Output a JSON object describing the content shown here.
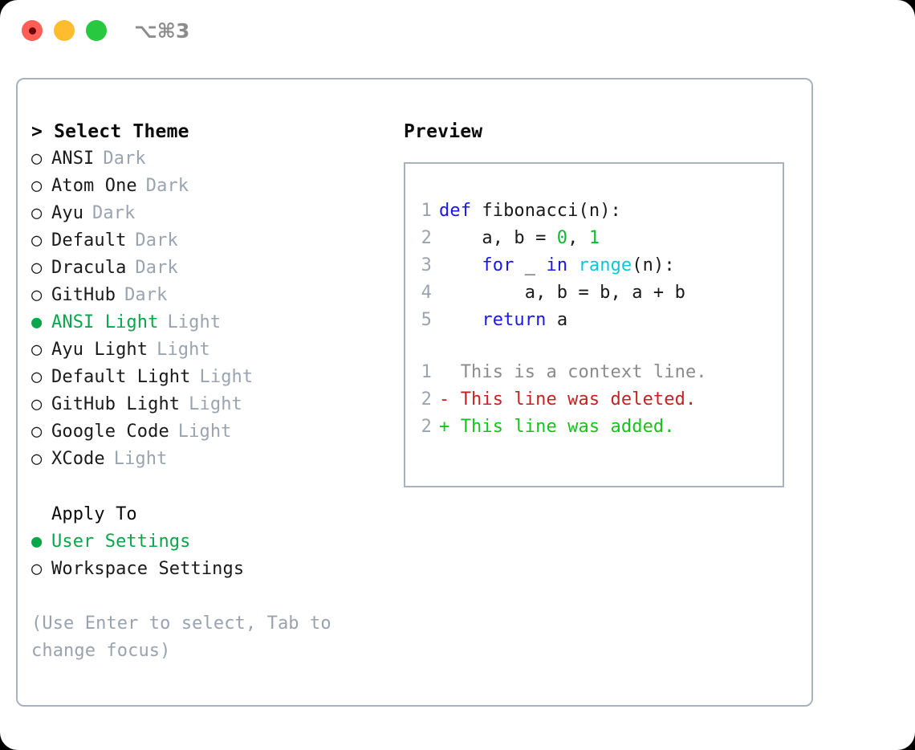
{
  "window": {
    "shortcut": "⌥⌘3",
    "traffic_lights": [
      {
        "name": "close",
        "color": "#ff5f57"
      },
      {
        "name": "minimize",
        "color": "#febc2e"
      },
      {
        "name": "maximize",
        "color": "#28c840"
      }
    ]
  },
  "theme_picker": {
    "heading": "> Select Theme",
    "selected_marker": "●",
    "unselected_marker": "○",
    "accent_color": "#0aa64a",
    "muted_color": "#9aa4b0",
    "items": [
      {
        "marker": "○",
        "name": "ANSI",
        "kind": "Dark",
        "selected": false
      },
      {
        "marker": "○",
        "name": "Atom One",
        "kind": "Dark",
        "selected": false
      },
      {
        "marker": "○",
        "name": "Ayu",
        "kind": "Dark",
        "selected": false
      },
      {
        "marker": "○",
        "name": "Default",
        "kind": "Dark",
        "selected": false
      },
      {
        "marker": "○",
        "name": "Dracula",
        "kind": "Dark",
        "selected": false
      },
      {
        "marker": "○",
        "name": "GitHub",
        "kind": "Dark",
        "selected": false
      },
      {
        "marker": "●",
        "name": "ANSI Light",
        "kind": "Light",
        "selected": true
      },
      {
        "marker": "○",
        "name": "Ayu Light",
        "kind": "Light",
        "selected": false
      },
      {
        "marker": "○",
        "name": "Default Light",
        "kind": "Light",
        "selected": false
      },
      {
        "marker": "○",
        "name": "GitHub Light",
        "kind": "Light",
        "selected": false
      },
      {
        "marker": "○",
        "name": "Google Code",
        "kind": "Light",
        "selected": false
      },
      {
        "marker": "○",
        "name": "XCode",
        "kind": "Light",
        "selected": false
      }
    ]
  },
  "apply_to": {
    "heading": "Apply To",
    "options": [
      {
        "marker": "●",
        "label": "User Settings",
        "selected": true
      },
      {
        "marker": "○",
        "label": "Workspace Settings",
        "selected": false
      }
    ]
  },
  "hint": "(Use Enter to select, Tab to change focus)",
  "preview": {
    "heading": "Preview",
    "code_lines": [
      {
        "number": "1",
        "tokens": [
          {
            "t": "def",
            "c": "kw"
          },
          {
            "t": " fibonacci(n):",
            "c": "plain"
          }
        ]
      },
      {
        "number": "2",
        "tokens": [
          {
            "t": "    a, b = ",
            "c": "plain"
          },
          {
            "t": "0",
            "c": "num"
          },
          {
            "t": ", ",
            "c": "plain"
          },
          {
            "t": "1",
            "c": "num"
          }
        ]
      },
      {
        "number": "3",
        "tokens": [
          {
            "t": "    ",
            "c": "plain"
          },
          {
            "t": "for",
            "c": "kw"
          },
          {
            "t": " _ ",
            "c": "plain"
          },
          {
            "t": "in",
            "c": "kw"
          },
          {
            "t": " ",
            "c": "plain"
          },
          {
            "t": "range",
            "c": "fn"
          },
          {
            "t": "(n):",
            "c": "plain"
          }
        ]
      },
      {
        "number": "4",
        "tokens": [
          {
            "t": "        a, b = b, a + b",
            "c": "plain"
          }
        ]
      },
      {
        "number": "5",
        "tokens": [
          {
            "t": "    ",
            "c": "plain"
          },
          {
            "t": "return",
            "c": "kw"
          },
          {
            "t": " a",
            "c": "plain"
          }
        ]
      }
    ],
    "diff_lines": [
      {
        "number": "1",
        "prefix": "  ",
        "text": "This is a context line.",
        "kind": "ctx"
      },
      {
        "number": "2",
        "prefix": "- ",
        "text": "This line was deleted.",
        "kind": "del"
      },
      {
        "number": "2",
        "prefix": "+ ",
        "text": "This line was added.",
        "kind": "add"
      }
    ],
    "colors": {
      "keyword": "#1a16f0",
      "function": "#13c4d6",
      "number": "#0cbb35",
      "plain": "#1a1a1a",
      "line_number": "#9aa4b0",
      "diff_context": "#8b8b8b",
      "diff_deleted": "#c42222",
      "diff_added": "#16c21b"
    }
  }
}
